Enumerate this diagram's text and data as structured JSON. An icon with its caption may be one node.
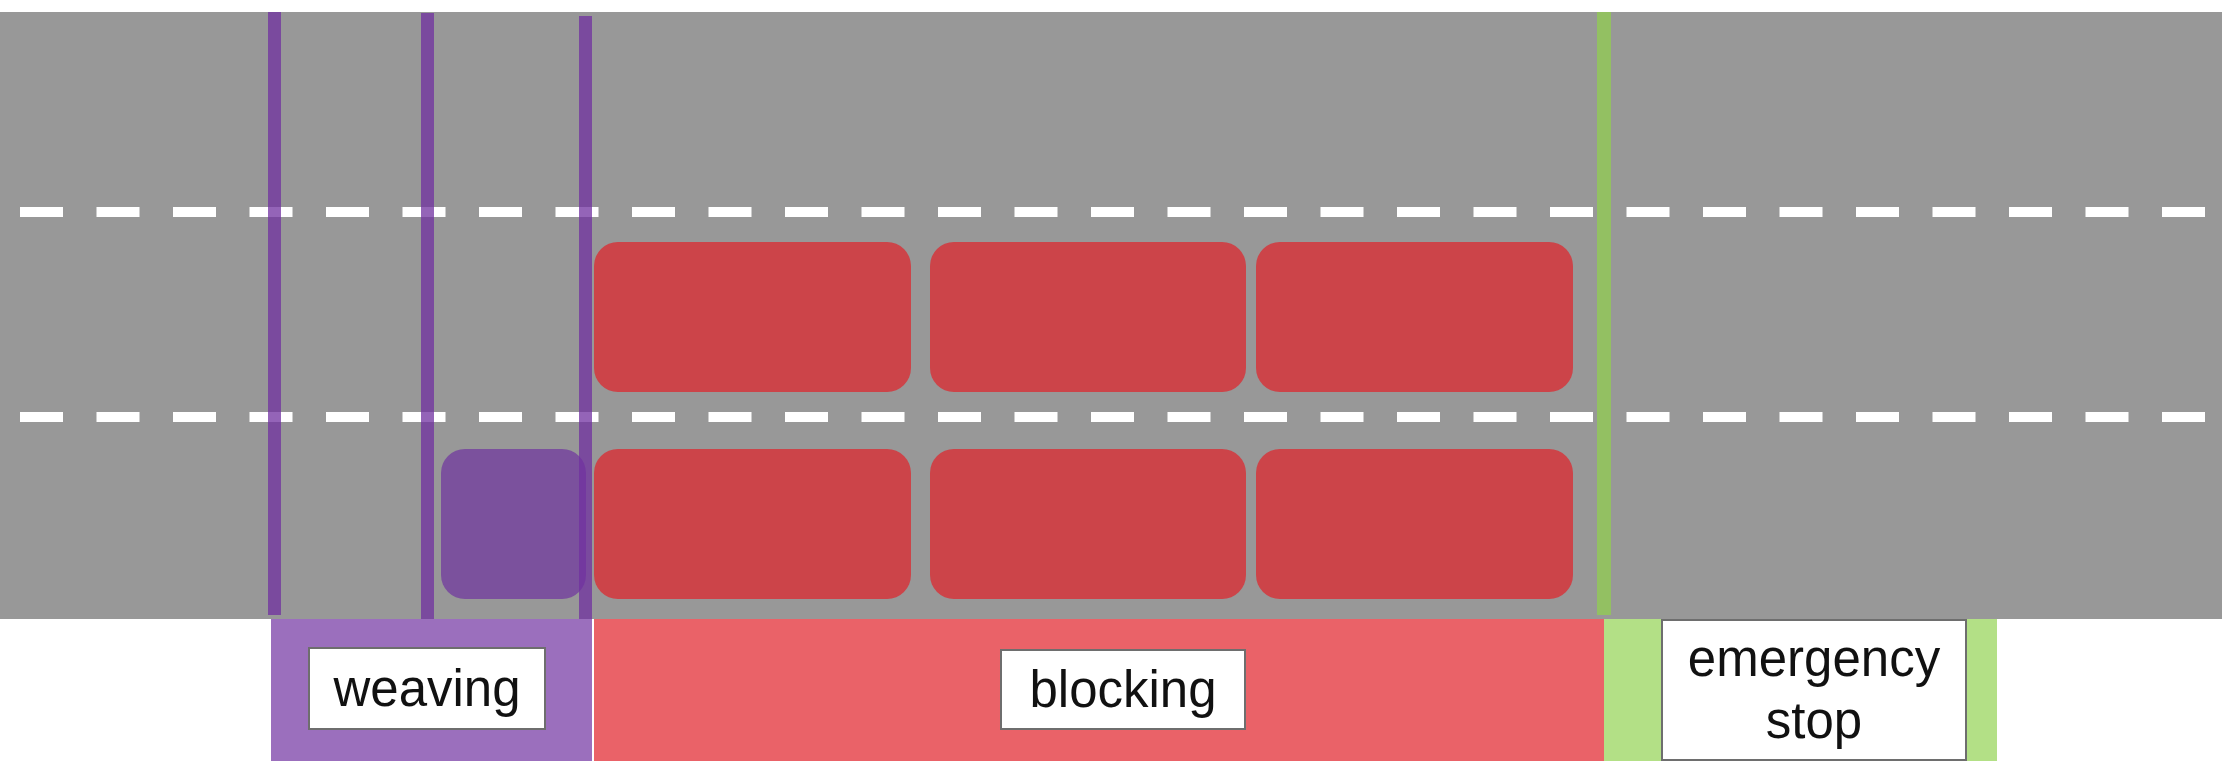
{
  "diagram": {
    "nodes": [
      {
        "text": [],
        "shape": "box"
      },
      {
        "text": [],
        "shape": "box"
      },
      {
        "text": [],
        "shape": "box"
      },
      {
        "text": [],
        "shape": "box"
      },
      {
        "text": [],
        "shape": "box"
      },
      {
        "text": [],
        "shape": "box"
      },
      {
        "text": [],
        "shape": "box"
      },
      {
        "text": [],
        "shape": "bar"
      },
      {
        "text": [],
        "shape": "bar"
      },
      {
        "text": [],
        "shape": "bar"
      },
      {
        "text": [],
        "shape": "bar"
      },
      {
        "text": [
          "weaving"
        ]
      },
      {
        "text": [
          "blocking"
        ]
      },
      {
        "text": [
          "emergency stop"
        ]
      }
    ]
  }
}
